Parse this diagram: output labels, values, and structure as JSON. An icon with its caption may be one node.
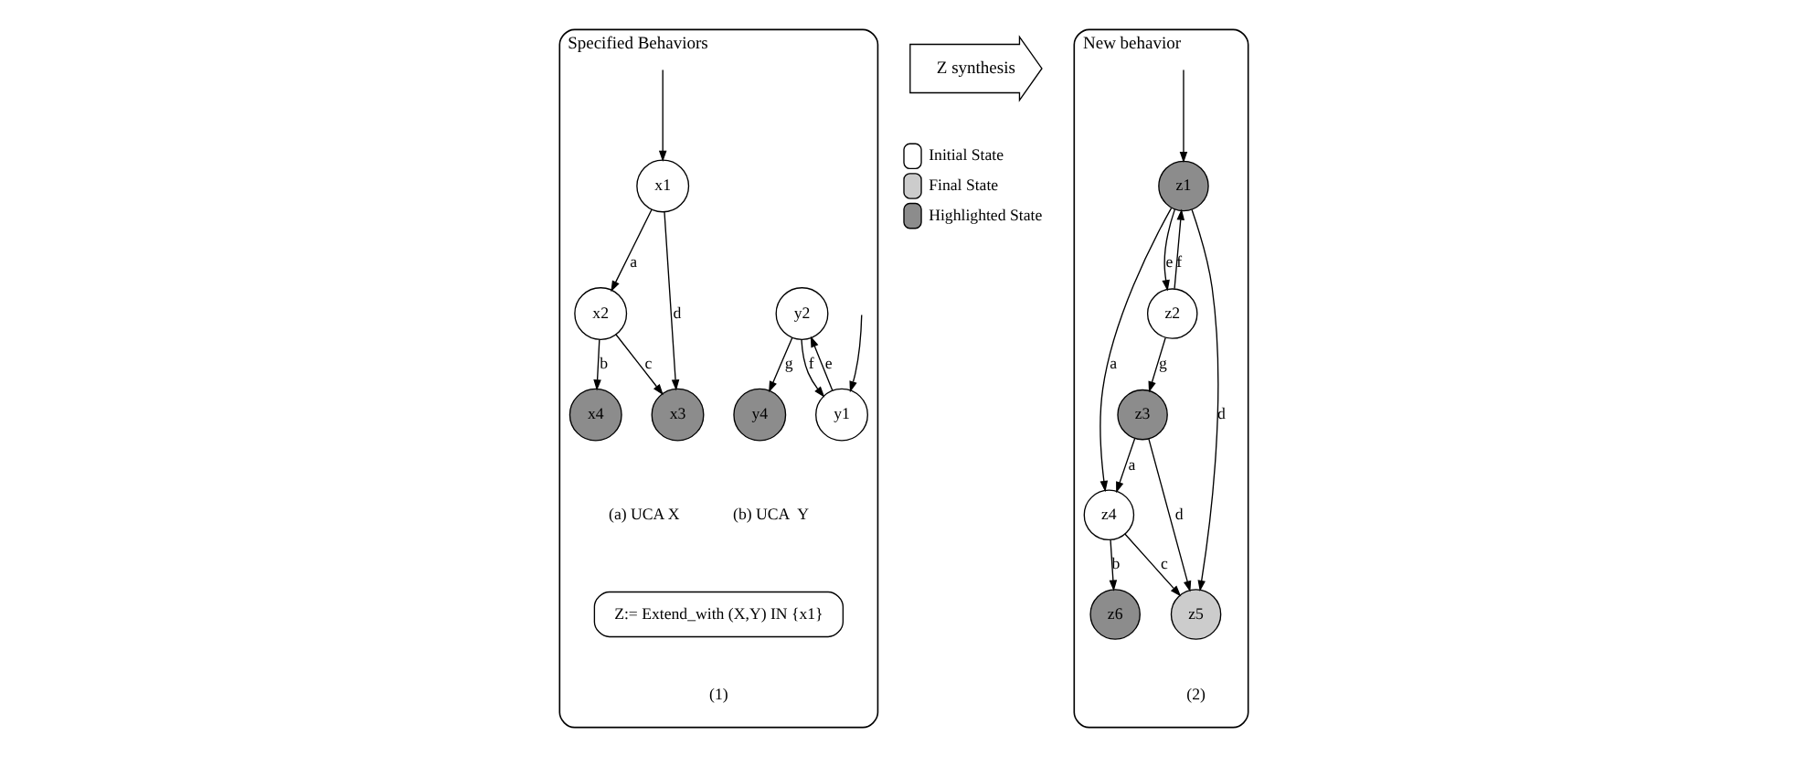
{
  "diagram": {
    "nodes": [
      {
        "text": [
          "Specified Behaviors"
        ],
        "beside": [
          "(1)"
        ]
      },
      {
        "text": [
          "x1"
        ],
        "in": 0
      },
      {
        "text": [
          "x2"
        ],
        "in": 0
      },
      {
        "text": [
          "x3"
        ],
        "in": 0
      },
      {
        "text": [
          "x4"
        ],
        "in": 0
      },
      {
        "text": [
          "y1"
        ],
        "in": 0
      },
      {
        "text": [
          "y2"
        ],
        "in": 0
      },
      {
        "text": [
          "y4"
        ],
        "in": 0
      },
      {
        "text": [
          "Z:= Extend_with (X,Y) IN {x1}"
        ],
        "in": 0
      },
      {
        "text": [
          "Z synthesis"
        ]
      },
      {
        "text": [
          "New behavior"
        ],
        "beside": [
          "(2)"
        ]
      },
      {
        "text": [
          "z1"
        ],
        "in": 10
      },
      {
        "text": [
          "z2"
        ],
        "in": 10
      },
      {
        "text": [
          "z3"
        ],
        "in": 10
      },
      {
        "text": [
          "z4"
        ],
        "in": 10
      },
      {
        "text": [
          "z5"
        ],
        "in": 10
      },
      {
        "text": [
          "z6"
        ],
        "in": 10
      }
    ],
    "edges": [
      {
        "from": null,
        "to": 1,
        "arrow": "to"
      },
      {
        "from": 1,
        "to": 2,
        "label": "a",
        "arrow": "to"
      },
      {
        "from": 1,
        "to": 3,
        "label": "d",
        "arrow": "to"
      },
      {
        "from": 2,
        "to": 3,
        "label": "c",
        "arrow": "to"
      },
      {
        "from": 2,
        "to": 4,
        "label": "b",
        "arrow": "to"
      },
      {
        "from": null,
        "to": 5,
        "arrow": "to"
      },
      {
        "from": 5,
        "to": 6,
        "label": "e",
        "arrow": "to"
      },
      {
        "from": 6,
        "to": 5,
        "label": "f",
        "arrow": "to"
      },
      {
        "from": 6,
        "to": 7,
        "label": "g",
        "arrow": "to"
      },
      {
        "from": null,
        "to": 11,
        "arrow": "to"
      },
      {
        "from": 11,
        "to": 12,
        "label": "e",
        "arrow": "to"
      },
      {
        "from": 12,
        "to": 11,
        "label": "f",
        "arrow": "to"
      },
      {
        "from": 12,
        "to": 13,
        "label": "g",
        "arrow": "to"
      },
      {
        "from": 11,
        "to": 15,
        "label": "d",
        "arrow": "to"
      },
      {
        "from": 11,
        "to": 14,
        "label": "a",
        "arrow": "to"
      },
      {
        "from": 13,
        "to": 14,
        "label": "a",
        "arrow": "to"
      },
      {
        "from": 13,
        "to": 15,
        "label": "d",
        "arrow": "to"
      },
      {
        "from": 14,
        "to": 15,
        "label": "c",
        "arrow": "to"
      },
      {
        "from": 14,
        "to": 16,
        "label": "b",
        "arrow": "to"
      }
    ],
    "labels": [
      "(a) UCA X",
      "(b) UCA  Y"
    ],
    "legend": [
      {
        "text": "Initial State",
        "color": "#ffffff"
      },
      {
        "text": "Final State",
        "color": "#cccccc"
      },
      {
        "text": "Highlighted State",
        "color": "#8c8c8c"
      }
    ]
  }
}
